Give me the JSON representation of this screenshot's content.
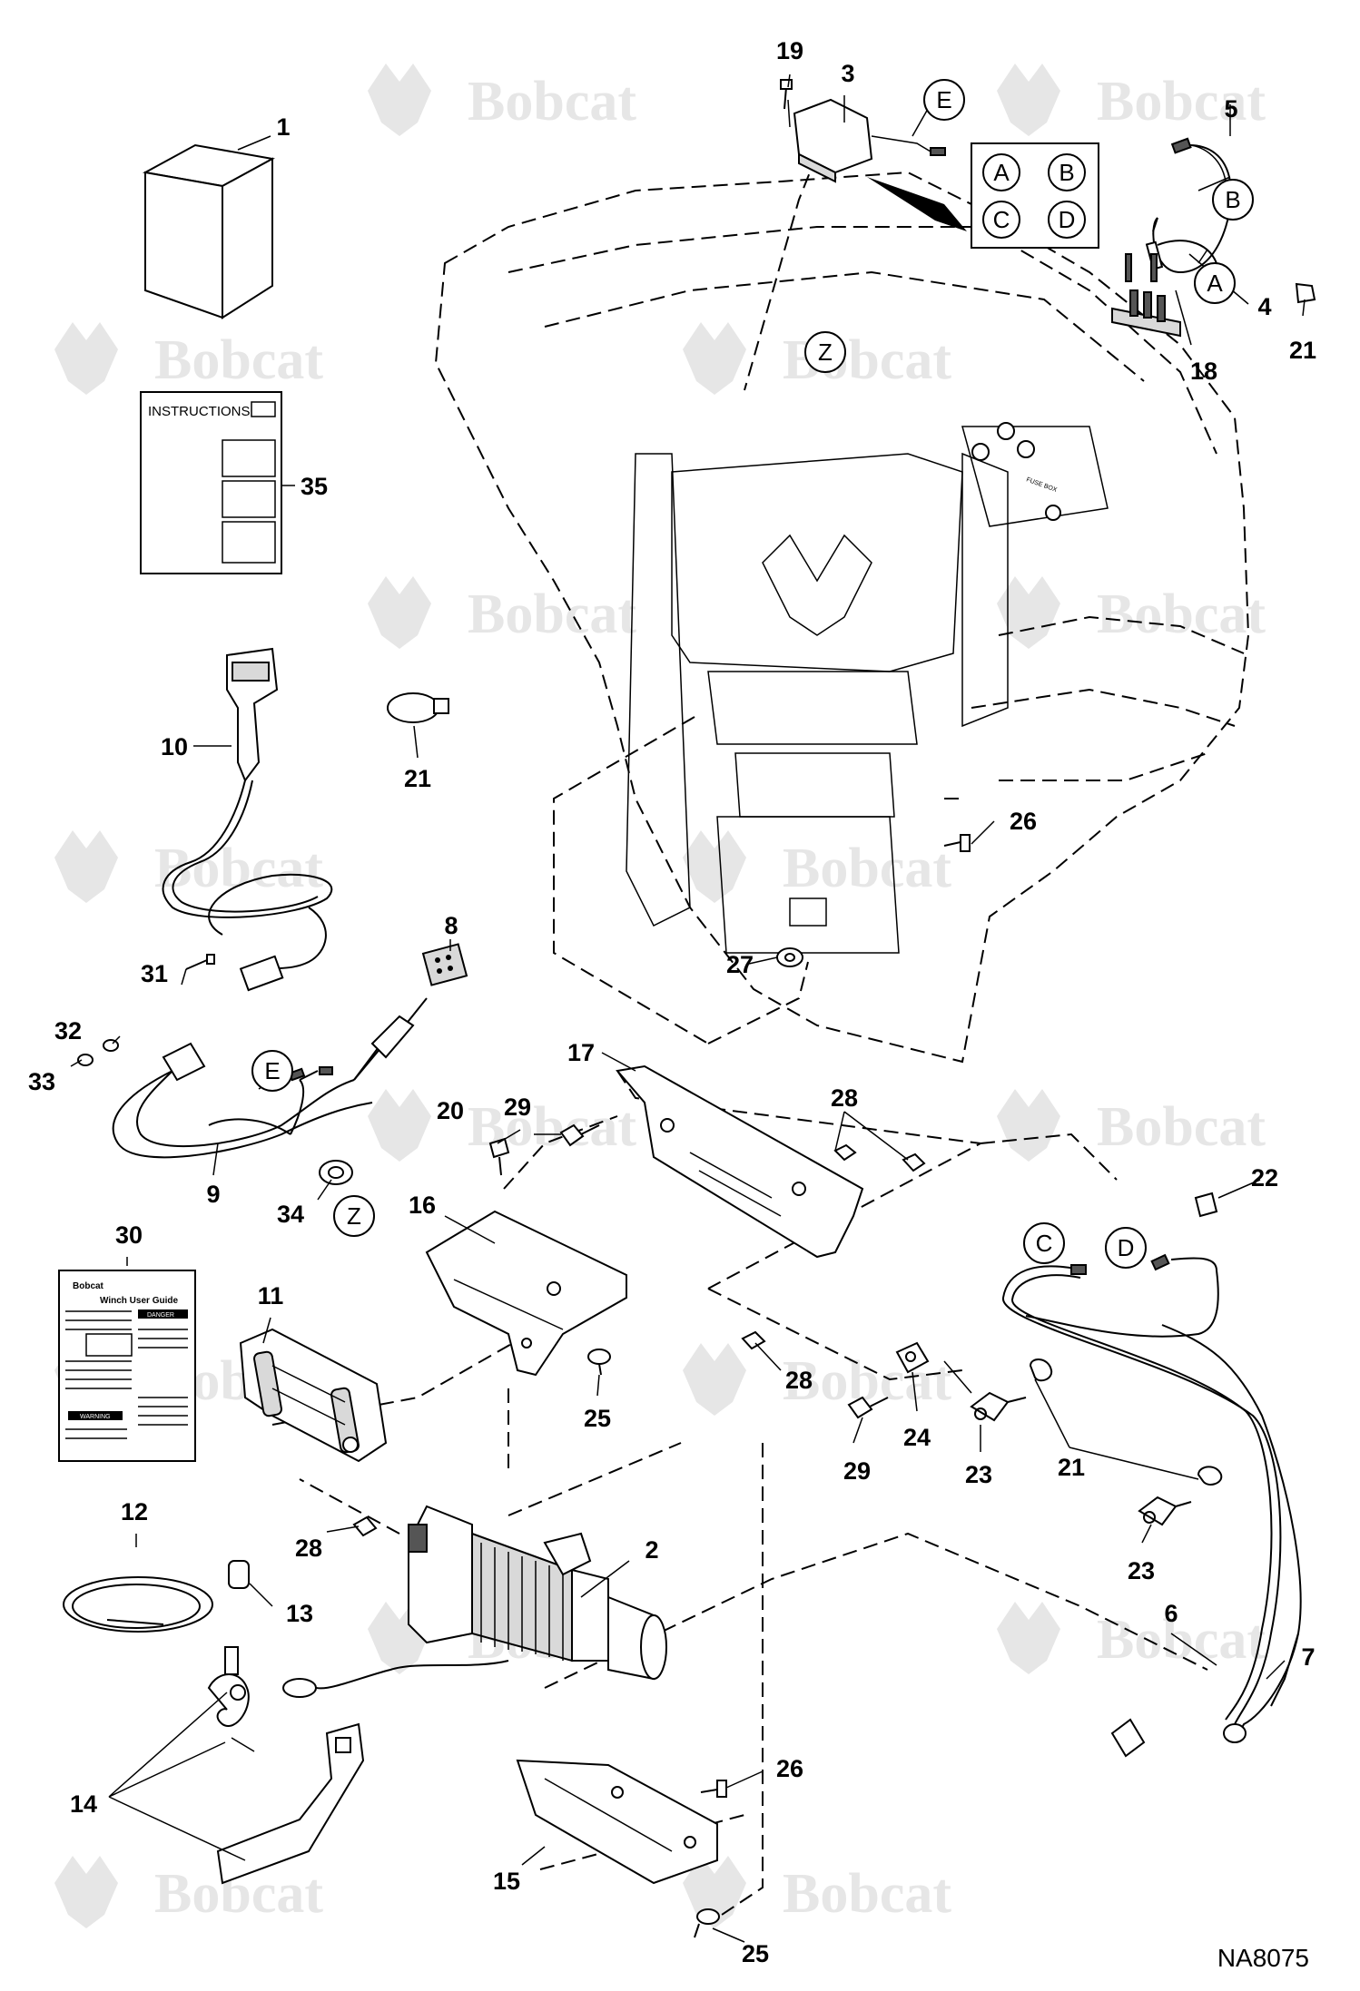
{
  "watermark": "Bobcat",
  "figure_id": "NA8075",
  "instructions_title": "INSTRUCTIONS",
  "guide": {
    "brand": "Bobcat",
    "title": "Winch User Guide",
    "danger_label": "DANGER",
    "warning_label": "WARNING"
  },
  "fuse_box_label": "FUSE BOX",
  "connector_grid": [
    "A",
    "B",
    "C",
    "D"
  ],
  "circle_refs": {
    "e_top": "E",
    "b": "B",
    "a": "A",
    "z_top": "Z",
    "e_left": "E",
    "z_bottom": "Z",
    "c": "C",
    "d": "D"
  },
  "callouts": {
    "c1": "1",
    "c2": "2",
    "c3": "3",
    "c4": "4",
    "c5": "5",
    "c6": "6",
    "c7": "7",
    "c8": "8",
    "c9": "9",
    "c10": "10",
    "c11": "11",
    "c12": "12",
    "c13": "13",
    "c14": "14",
    "c15": "15",
    "c16": "16",
    "c17": "17",
    "c18": "18",
    "c19": "19",
    "c20": "20",
    "c21a": "21",
    "c21b": "21",
    "c21c": "21",
    "c22": "22",
    "c23a": "23",
    "c23b": "23",
    "c24": "24",
    "c25a": "25",
    "c25b": "25",
    "c26a": "26",
    "c26b": "26",
    "c27": "27",
    "c28a": "28",
    "c28b": "28",
    "c28c": "28",
    "c29a": "29",
    "c29b": "29",
    "c30": "30",
    "c31": "31",
    "c32": "32",
    "c33": "33",
    "c34": "34",
    "c35": "35"
  }
}
